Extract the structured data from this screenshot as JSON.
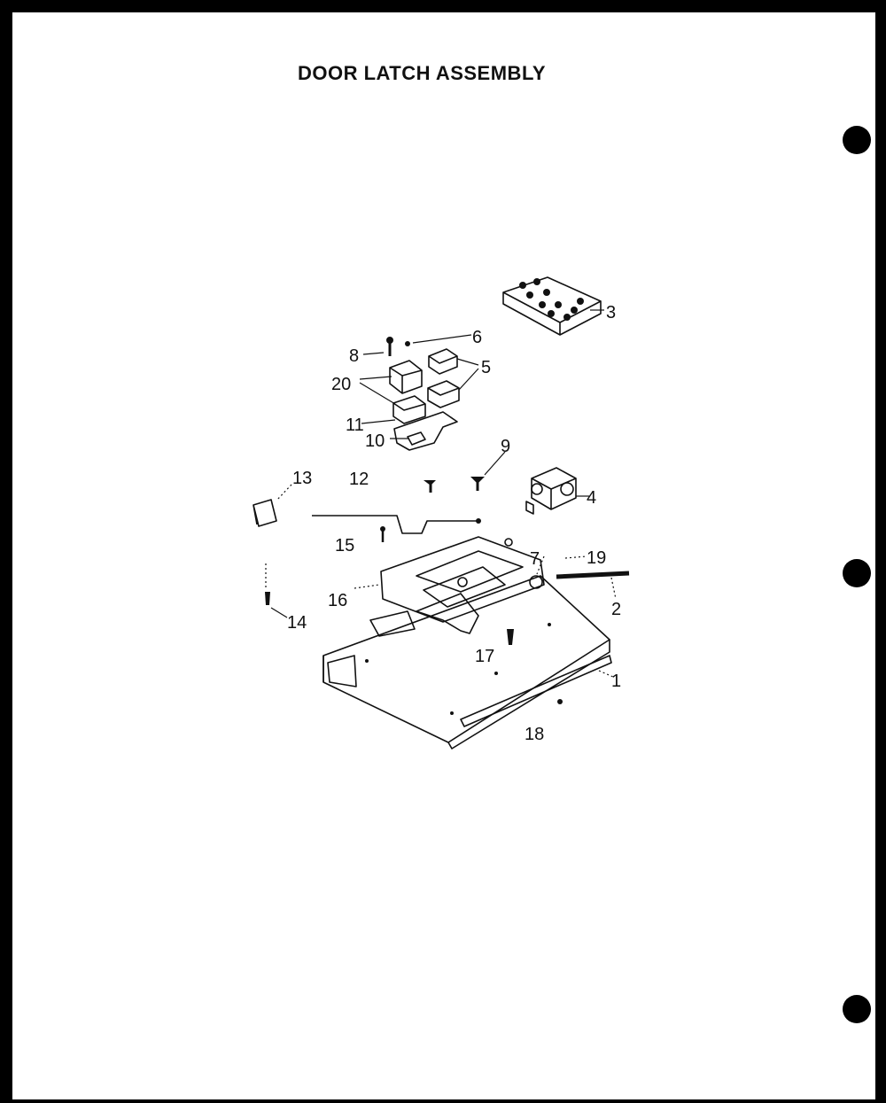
{
  "title": "DOOR LATCH ASSEMBLY",
  "callouts": [
    "1",
    "2",
    "3",
    "4",
    "5",
    "6",
    "7",
    "8",
    "9",
    "10",
    "11",
    "12",
    "13",
    "14",
    "15",
    "16",
    "17",
    "18",
    "19",
    "20"
  ],
  "parts": [
    {
      "id": "base-plate"
    },
    {
      "id": "spring-rod"
    },
    {
      "id": "terminal-block"
    },
    {
      "id": "solenoid"
    },
    {
      "id": "switch-upper"
    },
    {
      "id": "switch-lower"
    },
    {
      "id": "screw-small"
    },
    {
      "id": "latch-plate"
    },
    {
      "id": "screw-long"
    },
    {
      "id": "switch-bracket"
    },
    {
      "id": "switch-pair-upper"
    },
    {
      "id": "switch-pair-lower"
    },
    {
      "id": "mount-screws"
    },
    {
      "id": "cap"
    },
    {
      "id": "screw-bottom"
    },
    {
      "id": "link-rod"
    },
    {
      "id": "latch-frame"
    },
    {
      "id": "screw-center"
    },
    {
      "id": "rail"
    },
    {
      "id": "washer"
    }
  ]
}
